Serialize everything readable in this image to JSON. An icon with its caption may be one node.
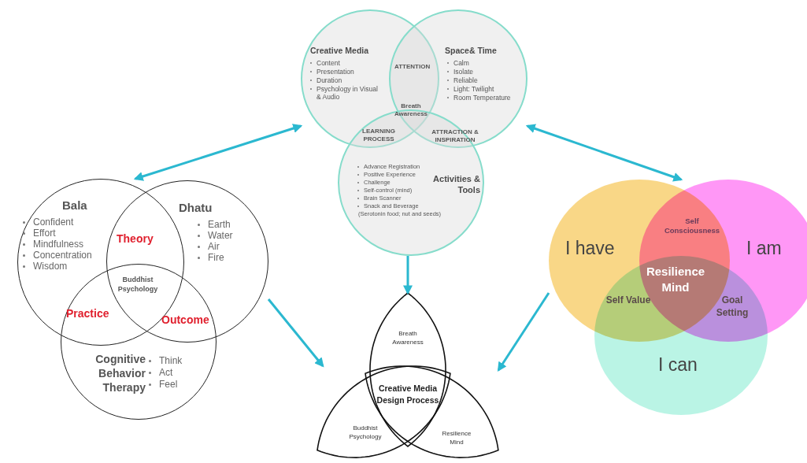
{
  "diagram": {
    "nodes": [
      {
        "text": [
          "Creative Media",
          "Content",
          "Presentation",
          "Duration",
          "Psychology in Visual & Audio"
        ]
      },
      {
        "text": [
          "Space& Time",
          "Calm",
          "Isolate",
          "Reliable",
          "Light: Twilight",
          "Room Temperature"
        ]
      },
      {
        "text": [
          "Activities & Tools",
          "Advance Registration",
          "Positive Experience",
          "Challenge",
          "Self-control (mind)",
          "Brain Scanner",
          "Snack and Beverage",
          "(Serotonin food; nut and seeds)"
        ]
      },
      {
        "text": [
          "Bala",
          "Confident",
          "Effort",
          "Mindfulness",
          "Concentration",
          "Wisdom"
        ]
      },
      {
        "text": [
          "Dhatu",
          "Earth",
          "Water",
          "Air",
          "Fire"
        ]
      },
      {
        "text": [
          "Cognitive Behavior Therapy",
          "Think",
          "Act",
          "Feel"
        ]
      },
      {
        "text": [
          "I have"
        ]
      },
      {
        "text": [
          "I am"
        ]
      },
      {
        "text": [
          "I can"
        ]
      },
      {
        "text": [
          "Breath Awareness"
        ]
      },
      {
        "text": [
          "Buddhist Psychology"
        ]
      },
      {
        "text": [
          "Resilience Mind"
        ]
      }
    ],
    "edges": [
      {
        "from": 0,
        "to": 3,
        "arrow": "both"
      },
      {
        "from": 1,
        "to": 7,
        "arrow": "both"
      },
      {
        "from": 2,
        "to": 9,
        "arrow": "to"
      },
      {
        "from": 4,
        "to": 10,
        "arrow": "to"
      },
      {
        "from": 6,
        "to": 11,
        "arrow": "to"
      }
    ],
    "labels": [
      "ATTENTION",
      "Breath Awareness",
      "LEARNING PROCESS",
      "ATTRACTION & INSPIRATION",
      "Theory",
      "Buddhist Psychology",
      "Practice",
      "Outcome",
      "Self Consciousness",
      "Resilience Mind",
      "Self Value",
      "Goal Setting",
      "Creative Media Design Process"
    ]
  }
}
